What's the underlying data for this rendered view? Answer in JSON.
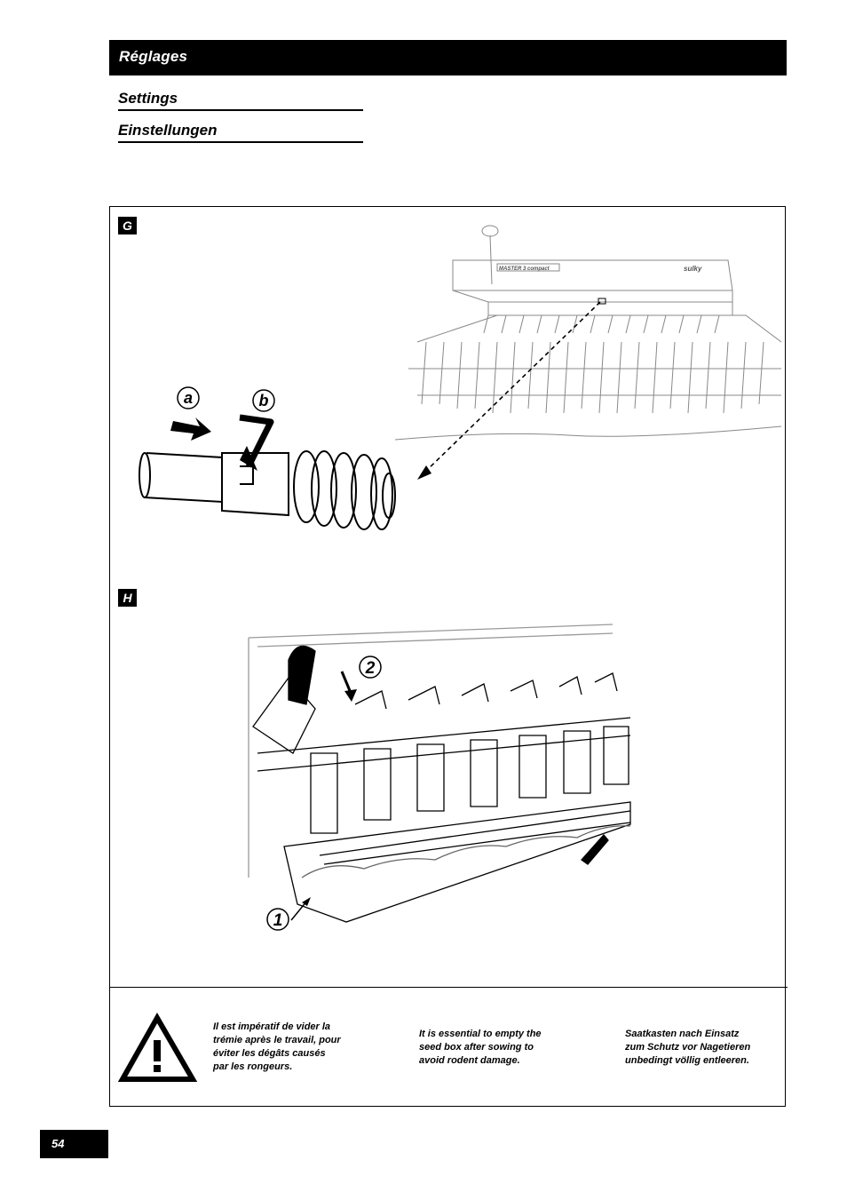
{
  "header": {
    "title": "Réglages"
  },
  "subtitles": {
    "settings": "Settings",
    "einstellungen": "Einstellungen"
  },
  "figures": {
    "g": {
      "label": "G",
      "callouts": {
        "a": "a",
        "b": "b"
      },
      "machine_brand": "sulky",
      "machine_model": "MASTER 3 compact"
    },
    "h": {
      "label": "H",
      "callouts": {
        "one": "1",
        "two": "2"
      }
    }
  },
  "warning": {
    "icon": "warning-triangle-icon",
    "fr": "Il est impératif de vider la\ntrémie après le travail, pour\néviter les dégâts causés\npar les rongeurs.",
    "en": "It is essential to empty the\nseed box after sowing to\navoid rodent damage.",
    "de": "Saatkasten nach Einsatz\nzum Schutz vor Nagetieren\nunbedingt völlig entleeren."
  },
  "page": {
    "number": "54"
  },
  "colors": {
    "ink": "#000000",
    "paper": "#ffffff"
  }
}
